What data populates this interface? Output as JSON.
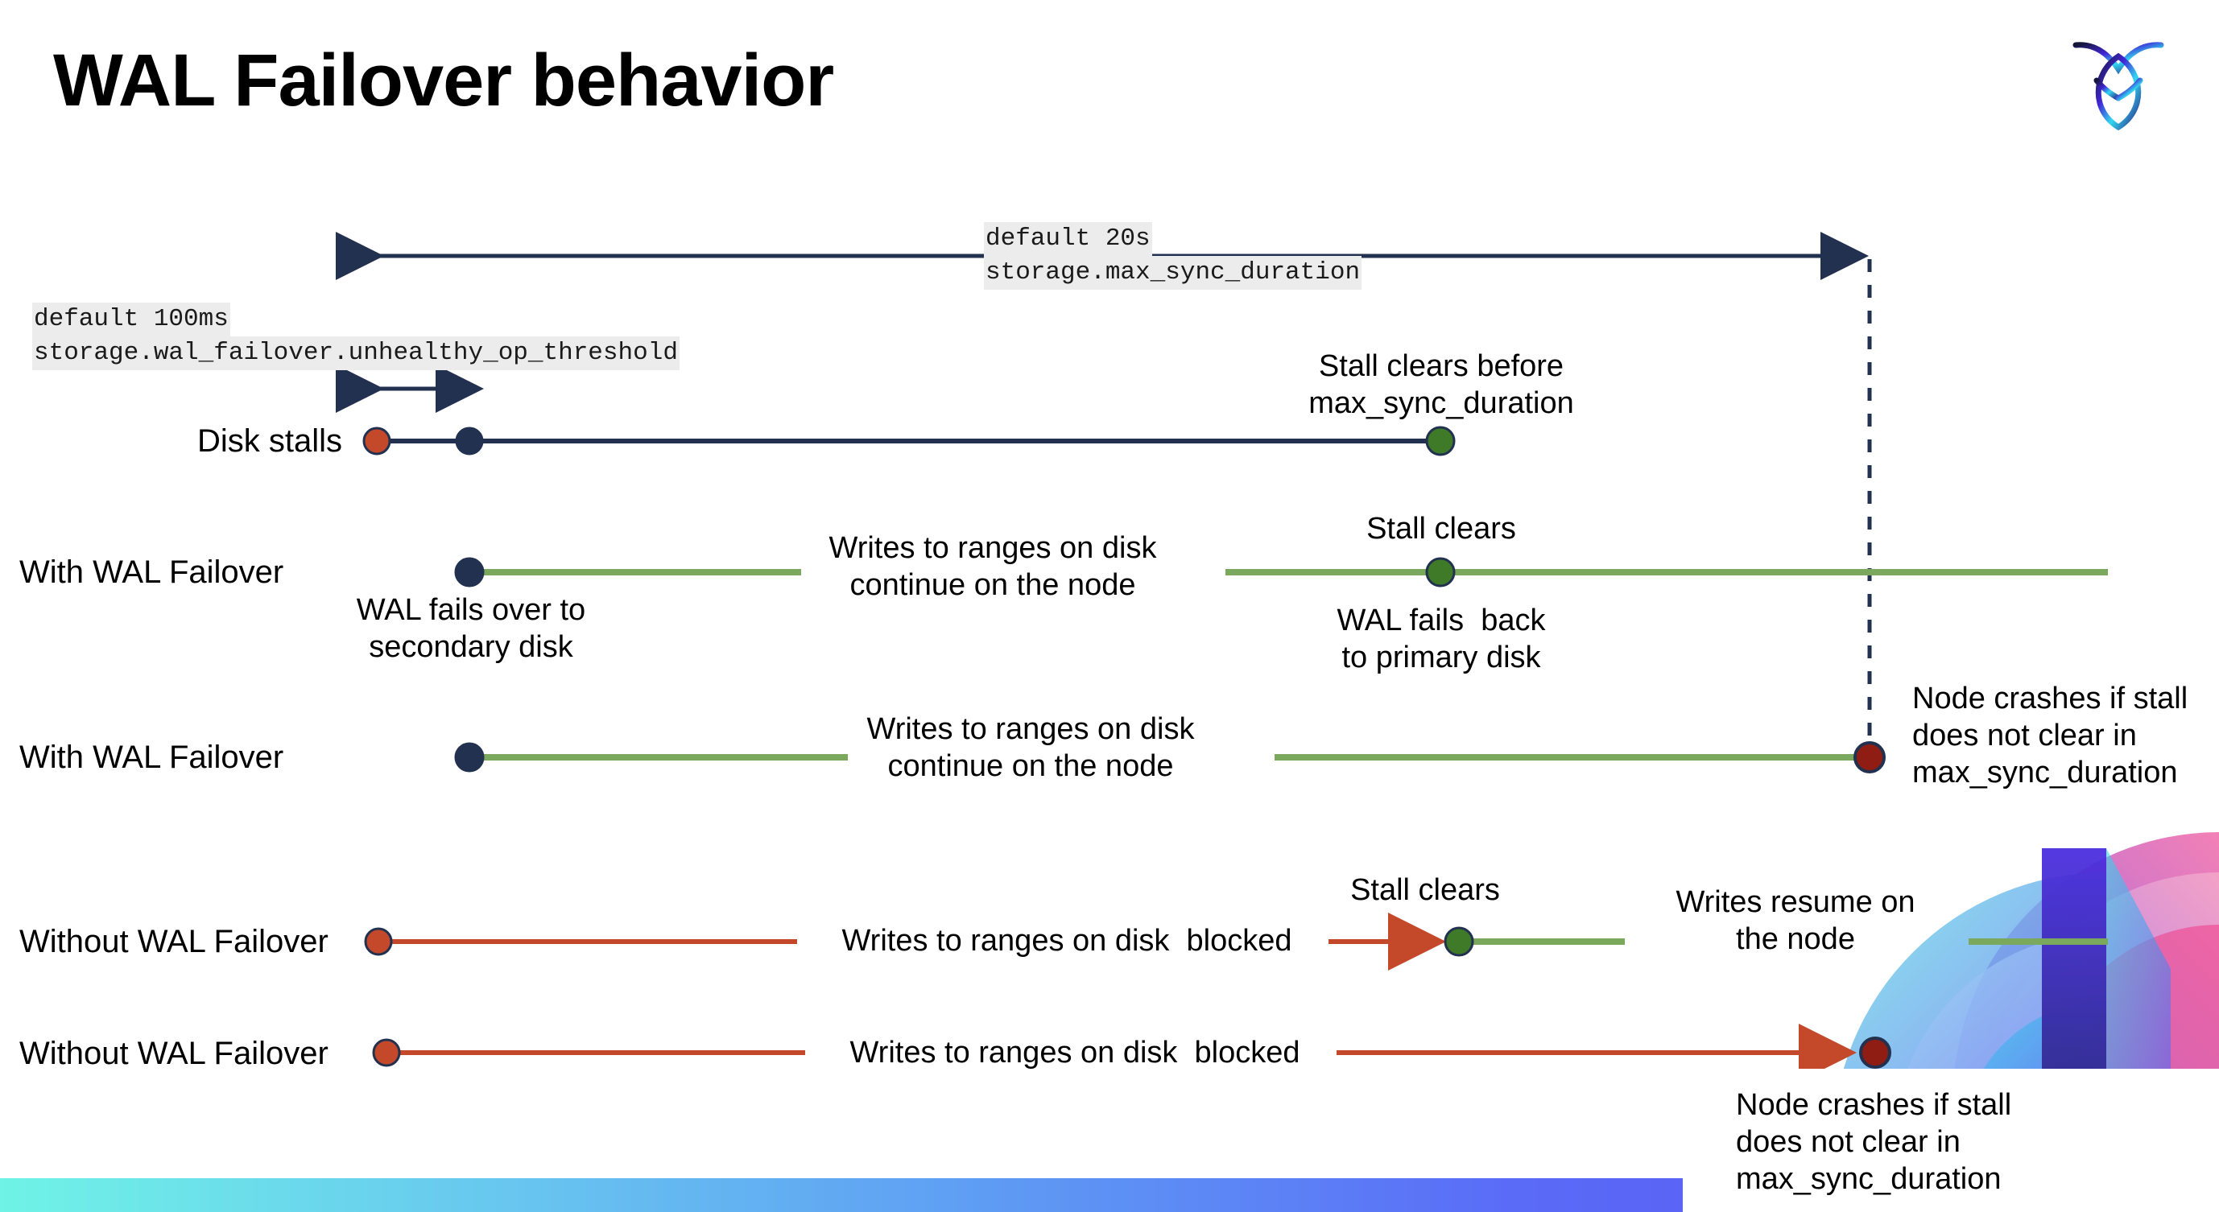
{
  "slide": {
    "title": "WAL Failover behavior",
    "logo_name": "cockroachdb-logo"
  },
  "settings": {
    "max_sync_duration": {
      "default_label": "default 20s",
      "setting_name": "storage.max_sync_duration"
    },
    "unhealthy_op_threshold": {
      "default_label": "default 100ms",
      "setting_name": "storage.wal_failover.unhealthy_op_threshold"
    }
  },
  "rows": [
    {
      "id": "disk-stalls",
      "label": "Disk stalls",
      "annotations": [
        {
          "id": "stall-clears-before",
          "text": "Stall clears before\nmax_sync_duration"
        }
      ]
    },
    {
      "id": "with-wal-failover-1",
      "label": "With WAL Failover",
      "annotations": [
        {
          "id": "wal-fails-over",
          "text": "WAL fails over to\nsecondary disk"
        },
        {
          "id": "writes-continue-1",
          "text": "Writes to ranges on disk\ncontinue on the node"
        },
        {
          "id": "stall-clears-1",
          "text": "Stall clears"
        },
        {
          "id": "wal-fails-back",
          "text": "WAL fails  back\nto primary disk"
        }
      ]
    },
    {
      "id": "with-wal-failover-2",
      "label": "With WAL Failover",
      "annotations": [
        {
          "id": "writes-continue-2",
          "text": "Writes to ranges on disk\ncontinue on the node"
        },
        {
          "id": "node-crashes-1",
          "text": "Node crashes if stall\ndoes not clear in\nmax_sync_duration"
        }
      ]
    },
    {
      "id": "without-wal-failover-1",
      "label": "Without WAL Failover",
      "annotations": [
        {
          "id": "writes-blocked-1",
          "text": "Writes to ranges on disk  blocked"
        },
        {
          "id": "stall-clears-2",
          "text": "Stall clears"
        },
        {
          "id": "writes-resume",
          "text": "Writes resume on\nthe node"
        }
      ]
    },
    {
      "id": "without-wal-failover-2",
      "label": "Without WAL Failover",
      "annotations": [
        {
          "id": "writes-blocked-2",
          "text": "Writes to ranges on disk  blocked"
        },
        {
          "id": "node-crashes-2",
          "text": "Node crashes if stall\ndoes not clear in\nmax_sync_duration"
        }
      ]
    }
  ],
  "colors": {
    "navy": "#22314f",
    "green_line": "#7aa85c",
    "green_dot": "#3e7a28",
    "orange": "#c4492b",
    "dark_red": "#8f1d14",
    "code_bg": "#ececec",
    "bottom_bar_start": "#6FF3E6",
    "bottom_bar_end": "#5A4BF2"
  }
}
